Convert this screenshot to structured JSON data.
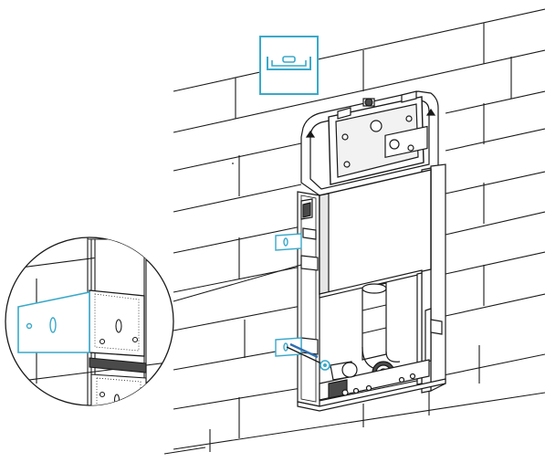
{
  "diagram": {
    "steps_shown": [
      "check-level",
      "fix-wall-brackets",
      "insert-wall-anchors"
    ],
    "colors": {
      "line": "#1a1a1a",
      "highlight": "#3aa9c9",
      "fill_dark": "#4a4a4a",
      "fill_light": "#ffffff",
      "panel_grey": "#e6e6e6"
    },
    "icons": [
      "spirit-level-icon",
      "wall-bracket-icon",
      "wall-plug-icon",
      "screw-icon"
    ]
  }
}
